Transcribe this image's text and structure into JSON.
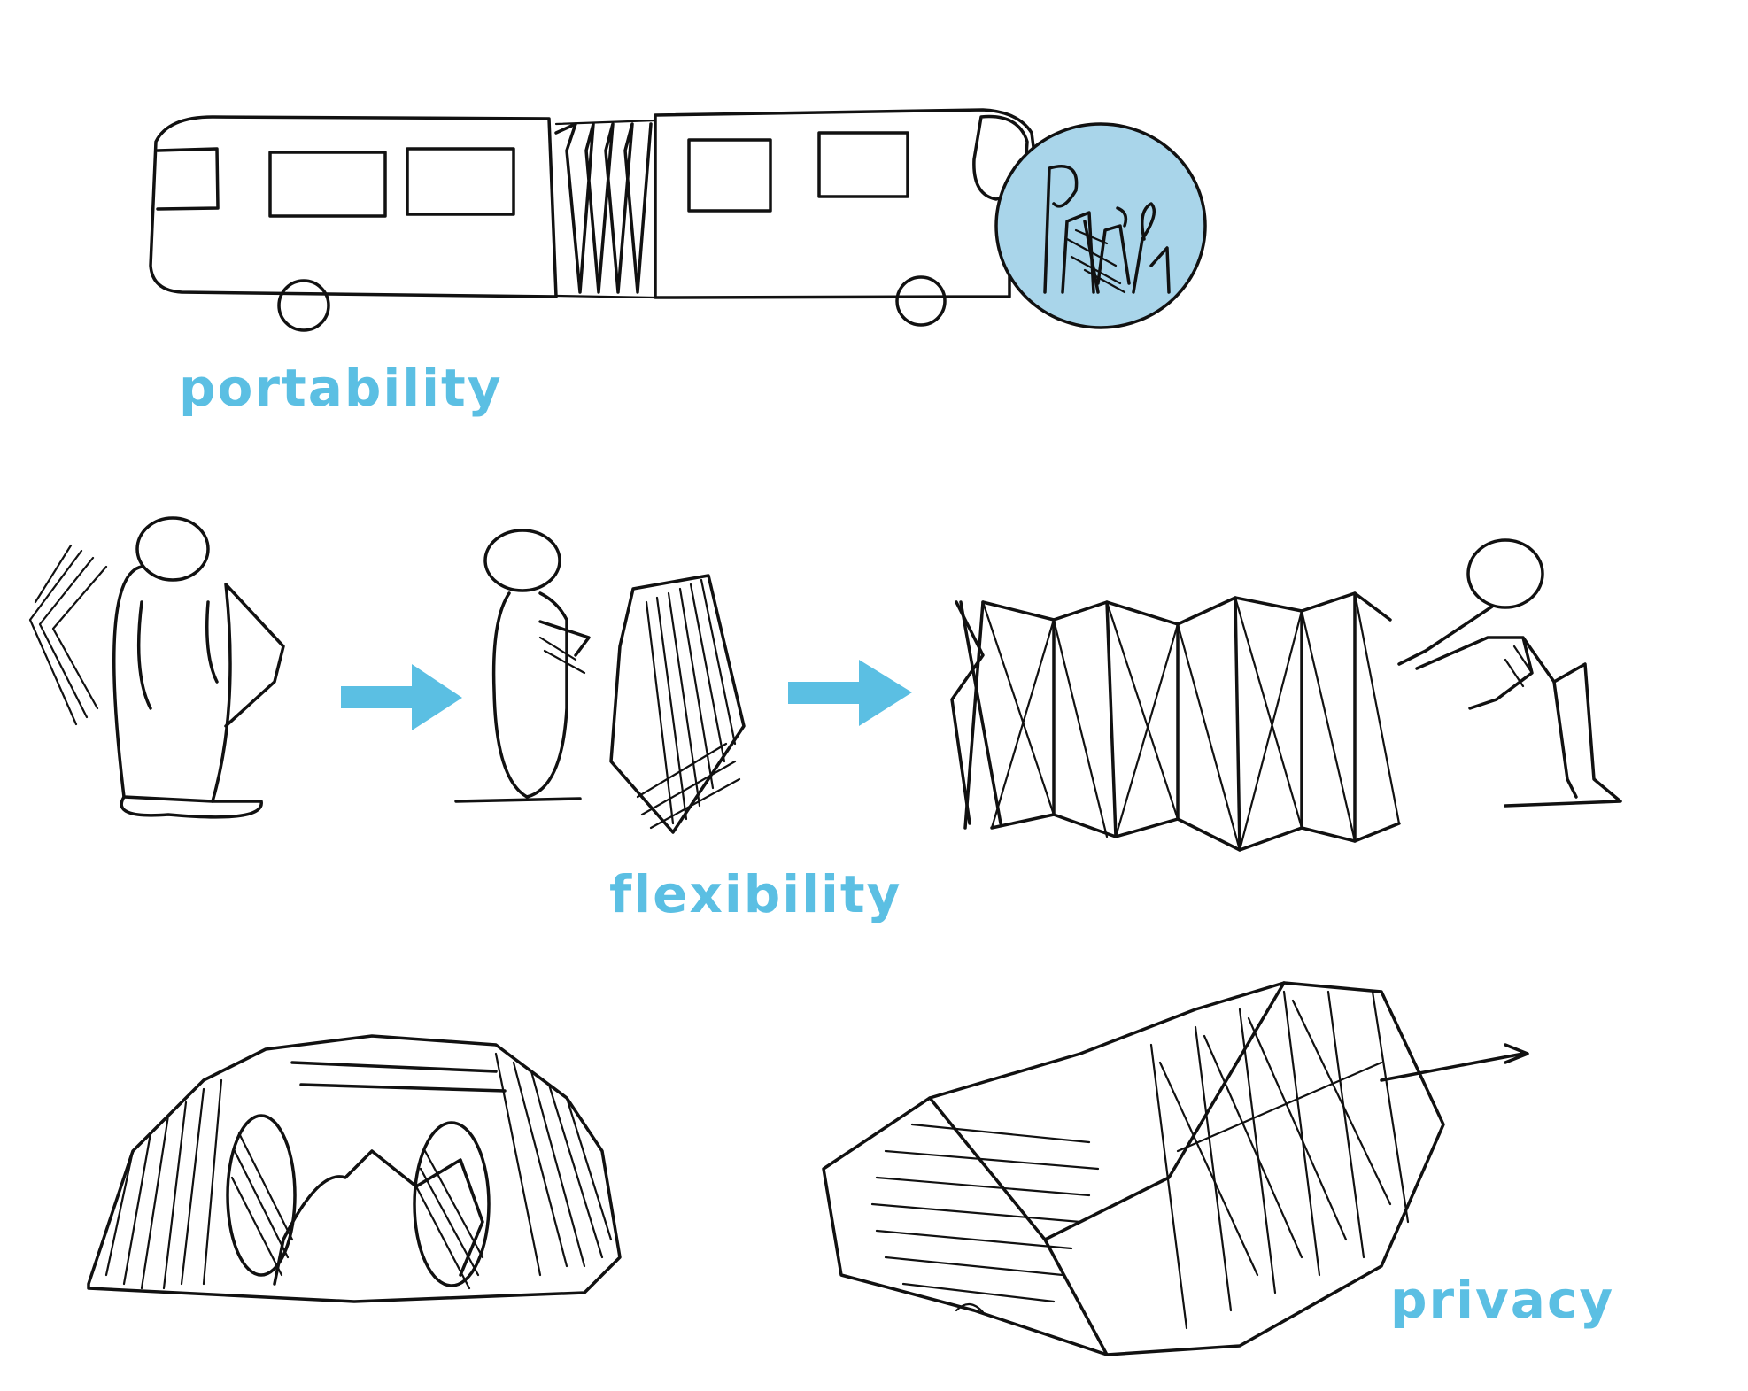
{
  "labels": {
    "portability": "portability",
    "flexibility": "flexibility",
    "privacy": "privacy"
  },
  "colors": {
    "accent": "#5bbfe3",
    "bubble_fill": "#a9d5ea",
    "ink": "#111111"
  },
  "icons": [
    "bus-icon",
    "figure-icon",
    "folding-panel-icon",
    "arrow-right-icon",
    "tent-icon"
  ]
}
